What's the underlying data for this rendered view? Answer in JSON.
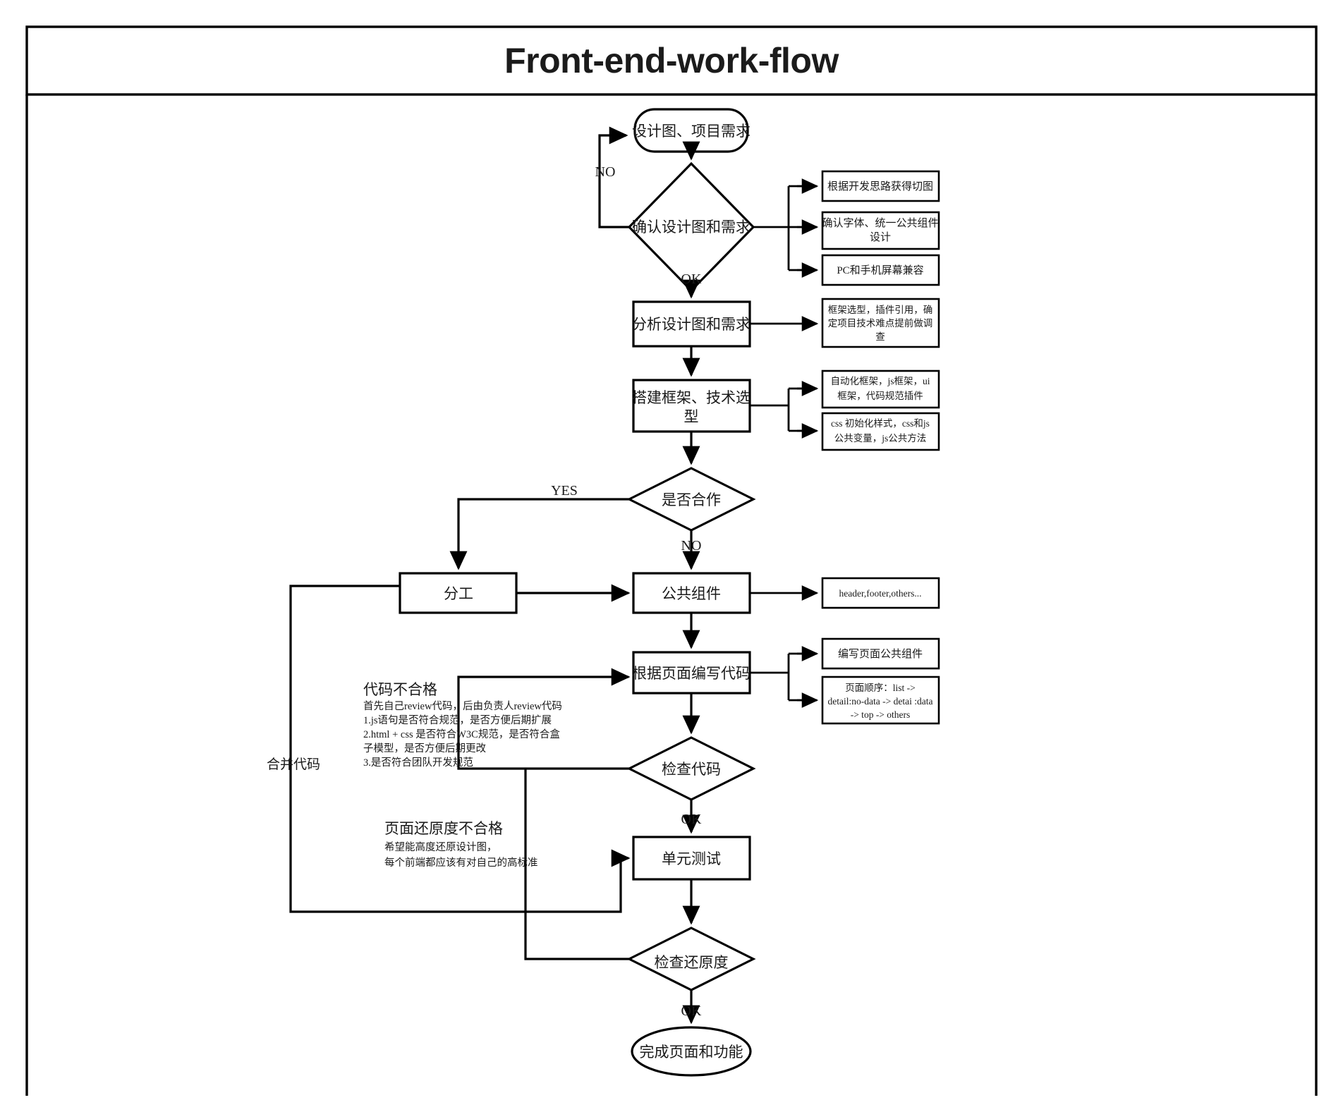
{
  "document": {
    "title": "Front-end-work-flow",
    "type": "flowchart",
    "language": "zh-CN"
  },
  "nodes": {
    "start": {
      "label": "设计图、项目需求",
      "shape": "rounded-terminator"
    },
    "confirm_design": {
      "label": "确认设计图和需求",
      "shape": "decision"
    },
    "analyze": {
      "label": "分析设计图和需求",
      "shape": "process"
    },
    "build_framework_l1": {
      "label": "搭建框架、技术选",
      "shape": "process"
    },
    "build_framework_l2": {
      "label": "型",
      "shape": "process"
    },
    "is_collaboration": {
      "label": "是否合作",
      "shape": "decision"
    },
    "division_of_labor": {
      "label": "分工",
      "shape": "process"
    },
    "common_components": {
      "label": "公共组件",
      "shape": "process"
    },
    "write_code": {
      "label": "根据页面编写代码",
      "shape": "process"
    },
    "check_code": {
      "label": "检查代码",
      "shape": "decision"
    },
    "unit_test": {
      "label": "单元测试",
      "shape": "process"
    },
    "check_restore": {
      "label": "检查还原度",
      "shape": "decision"
    },
    "finish": {
      "label": "完成页面和功能",
      "shape": "ellipse-terminator"
    }
  },
  "annotations": {
    "a1": {
      "lines": [
        "根据开发思路获得切图"
      ]
    },
    "a2": {
      "lines": [
        "确认字体、统一公共组件",
        "设计"
      ]
    },
    "a3": {
      "lines": [
        "PC和手机屏幕兼容"
      ]
    },
    "a4": {
      "lines": [
        "框架选型，插件引用，确",
        "定项目技术难点提前做调",
        "查"
      ]
    },
    "a5": {
      "lines": [
        "自动化框架，js框架，ui",
        "框架，代码规范插件"
      ]
    },
    "a6": {
      "lines": [
        "css 初始化样式，css和js",
        "公共变量，js公共方法"
      ]
    },
    "a7": {
      "lines": [
        "header,footer,others..."
      ]
    },
    "a8": {
      "lines": [
        "编写页面公共组件"
      ]
    },
    "a9": {
      "lines": [
        "页面顺序：list ->",
        "detail:no-data -> detai :data",
        "-> top -> others"
      ]
    }
  },
  "edge_labels": {
    "no_to_start": "NO",
    "ok_confirm": "OK",
    "yes_collab": "YES",
    "no_collab": "NO",
    "ok_check_code": "OK",
    "ok_check_restore": "OK"
  },
  "notes": {
    "merge_code": {
      "text": "合并代码"
    },
    "code_fail": {
      "heading": "代码不合格",
      "body": [
        "首先自己review代码，后由负责人review代码",
        "1.js语句是否符合规范，是否方便后期扩展",
        "2.html + css 是否符合W3C规范，是否符合盒",
        "  子模型，是否方便后期更改",
        "3.是否符合团队开发规范"
      ]
    },
    "restore_fail": {
      "heading": "页面还原度不合格",
      "body": [
        "希望能高度还原设计图，",
        "每个前端都应该有对自己的高标准"
      ]
    }
  },
  "colors": {
    "stroke": "#000000",
    "fill": "#ffffff",
    "text": "#1a1a1a",
    "background": "#ffffff"
  }
}
